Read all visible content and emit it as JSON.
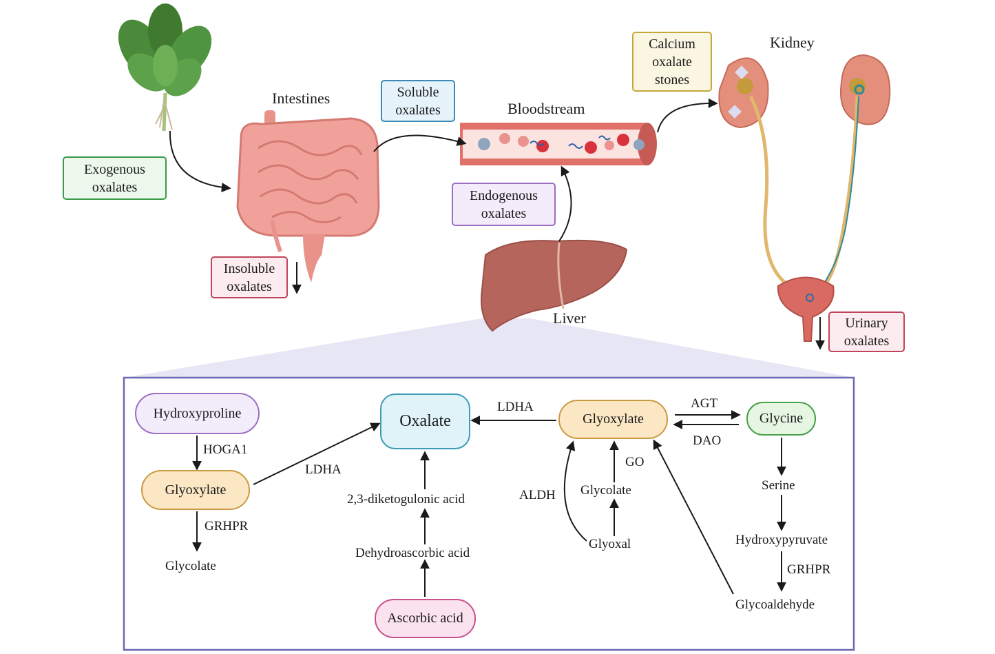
{
  "colors": {
    "arrow": "#1a1a1a",
    "panel_border": "#6b68b3",
    "panel_zoom": "#e3e2f3",
    "intestine": "#f0a29a",
    "liver": "#b5655c",
    "vessel": "#e0706a",
    "kidney": "#e48f7c"
  },
  "top": {
    "intestines_label": "Intestines",
    "bloodstream_label": "Bloodstream",
    "kidney_label": "Kidney",
    "liver_label": "Liver",
    "exogenous": [
      "Exogenous",
      "oxalates"
    ],
    "soluble": [
      "Soluble",
      "oxalates"
    ],
    "calcium": [
      "Calcium",
      "oxalate",
      "stones"
    ],
    "endogenous": [
      "Endogenous",
      "oxalates"
    ],
    "insoluble": [
      "Insoluble",
      "oxalates"
    ],
    "urinary": [
      "Urinary",
      "oxalates"
    ]
  },
  "pathway": {
    "hydroxyproline": "Hydroxyproline",
    "hoga1": "HOGA1",
    "glyoxylate_left": "Glyoxylate",
    "grhpr_left": "GRHPR",
    "glycolate_left": "Glycolate",
    "ldha_left": "LDHA",
    "oxalate": "Oxalate",
    "diketogulonic": "2,3-diketogulonic acid",
    "dehydroascorbic": "Dehydroascorbic acid",
    "ascorbic": "Ascorbic acid",
    "ldha_top": "LDHA",
    "glyoxylate_main": "Glyoxylate",
    "agt": "AGT",
    "dao": "DAO",
    "glycine": "Glycine",
    "go": "GO",
    "glycolate_mid": "Glycolate",
    "aldh": "ALDH",
    "glyoxal": "Glyoxal",
    "serine": "Serine",
    "hydroxypyruvate": "Hydroxypyruvate",
    "grhpr_right": "GRHPR",
    "glycoaldehyde": "Glycoaldehyde"
  }
}
